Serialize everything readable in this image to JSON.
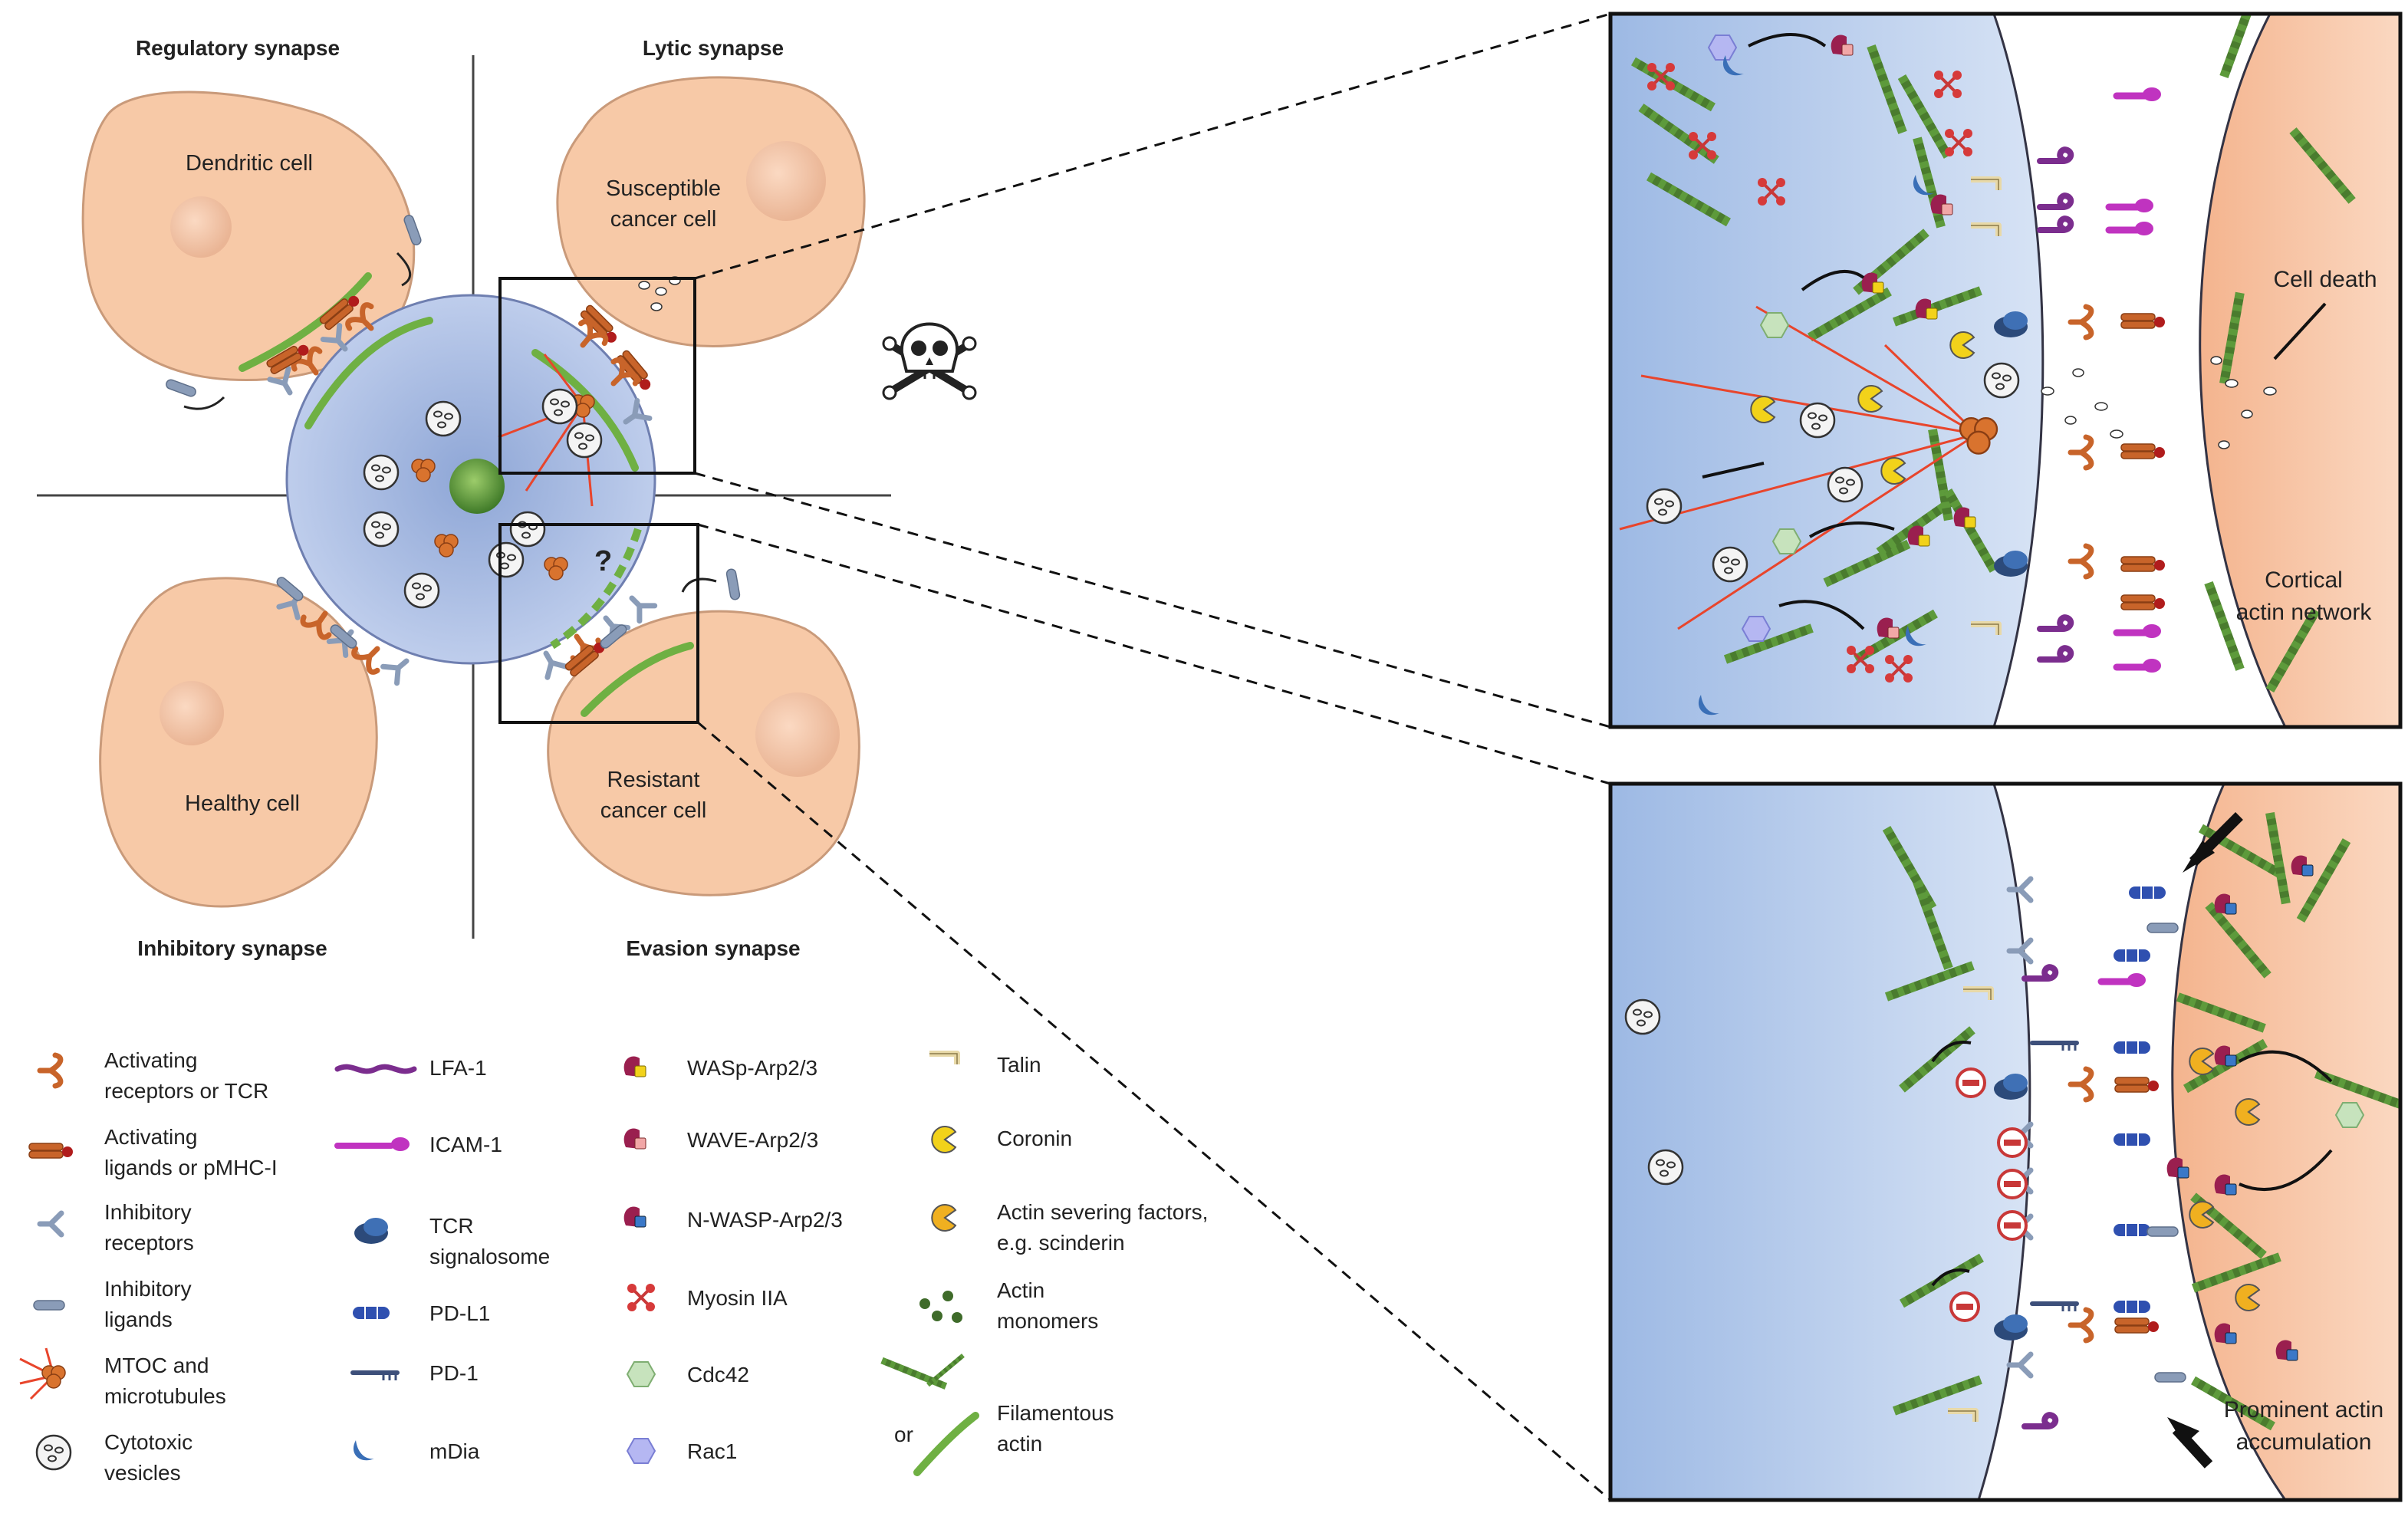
{
  "synapse_titles": {
    "regulatory": "Regulatory synapse",
    "lytic": "Lytic synapse",
    "inhibitory": "Inhibitory synapse",
    "evasion": "Evasion synapse"
  },
  "cells": {
    "dendritic": "Dendritic cell",
    "susceptible_1": "Susceptible",
    "susceptible_2": "cancer cell",
    "healthy": "Healthy cell",
    "resistant_1": "Resistant",
    "resistant_2": "cancer cell"
  },
  "question_mark": "?",
  "lytic_panel": {
    "cell_death": "Cell death",
    "cortical_1": "Cortical",
    "cortical_2": "actin network"
  },
  "evasion_panel": {
    "prominent_1": "Prominent actin",
    "prominent_2": "accumulation"
  },
  "legend": {
    "col1": [
      {
        "line1": "Activating",
        "line2": "receptors or TCR"
      },
      {
        "line1": "Activating",
        "line2": "ligands or pMHC-I"
      },
      {
        "line1": "Inhibitory",
        "line2": "receptors"
      },
      {
        "line1": "Inhibitory",
        "line2": "ligands"
      },
      {
        "line1": "MTOC and",
        "line2": "microtubules"
      },
      {
        "line1": "Cytotoxic",
        "line2": "vesicles"
      }
    ],
    "col2": [
      {
        "line1": "LFA-1",
        "line2": ""
      },
      {
        "line1": "ICAM-1",
        "line2": ""
      },
      {
        "line1": "TCR",
        "line2": "signalosome"
      },
      {
        "line1": "PD-L1",
        "line2": ""
      },
      {
        "line1": "PD-1",
        "line2": ""
      },
      {
        "line1": "mDia",
        "line2": ""
      }
    ],
    "col3": [
      {
        "line1": "WASp-Arp2/3",
        "line2": ""
      },
      {
        "line1": "WAVE-Arp2/3",
        "line2": ""
      },
      {
        "line1": "N-WASP-Arp2/3",
        "line2": ""
      },
      {
        "line1": "Myosin IIA",
        "line2": ""
      },
      {
        "line1": "Cdc42",
        "line2": ""
      },
      {
        "line1": "Rac1",
        "line2": ""
      }
    ],
    "col4": [
      {
        "line1": "Talin",
        "line2": ""
      },
      {
        "line1": "Coronin",
        "line2": ""
      },
      {
        "line1": "Actin severing factors,",
        "line2": "e.g. scinderin"
      },
      {
        "line1": "Actin",
        "line2": "monomers"
      },
      {
        "line1": "Filamentous",
        "line2": "actin"
      }
    ],
    "or": "or"
  },
  "colors": {
    "cell_peach": "#f7c9a7",
    "nk_blue": "#bccbea",
    "actin_green": "#4a7c2e",
    "bright_green": "#6fb043",
    "activating_orange": "#c8642a",
    "inhibitory_blue": "#8a9cb8",
    "lfa_purple": "#7b2d8e",
    "icam_magenta": "#c033c0",
    "mtoc_red": "#e8452c",
    "coronin_yellow": "#f2d21a",
    "pdl1_blue": "#2f50b0"
  }
}
